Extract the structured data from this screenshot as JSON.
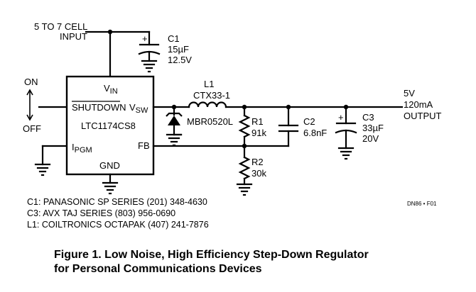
{
  "input_label_line1": "5 TO 7 CELL",
  "input_label_line2": "INPUT",
  "on_label": "ON",
  "off_label": "OFF",
  "ic": {
    "part": "LTC1174CS8",
    "pin_vin_main": "V",
    "pin_vin_sub": "IN",
    "pin_shutdown": "SHUTDOWN",
    "pin_vsw_main": "V",
    "pin_vsw_sub": "SW",
    "pin_ipgm_main": "I",
    "pin_ipgm_sub": "PGM",
    "pin_fb": "FB",
    "pin_gnd": "GND"
  },
  "c1": {
    "ref": "C1",
    "value": "15µF",
    "voltage": "12.5V",
    "polarity": "+"
  },
  "l1": {
    "ref": "L1",
    "part": "CTX33-1"
  },
  "diode": {
    "part": "MBR0520L"
  },
  "r1": {
    "ref": "R1",
    "value": "91k"
  },
  "r2": {
    "ref": "R2",
    "value": "30k"
  },
  "c2": {
    "ref": "C2",
    "value": "6.8nF"
  },
  "c3": {
    "ref": "C3",
    "value": "33µF",
    "voltage": "20V",
    "polarity": "+"
  },
  "output": {
    "line1": "5V",
    "line2": "120mA",
    "line3": "OUTPUT"
  },
  "notes": [
    "C1: PANASONIC SP SERIES (201) 348-4630",
    "C3: AVX TAJ SERIES (803) 956-0690",
    "L1: COILTRONICS OCTAPAK (407) 241-7876"
  ],
  "figure_code": "DN86 • F01",
  "caption_line1": "Figure 1. Low Noise, High Efficiency Step-Down Regulator",
  "caption_line2": "for Personal Communications Devices"
}
